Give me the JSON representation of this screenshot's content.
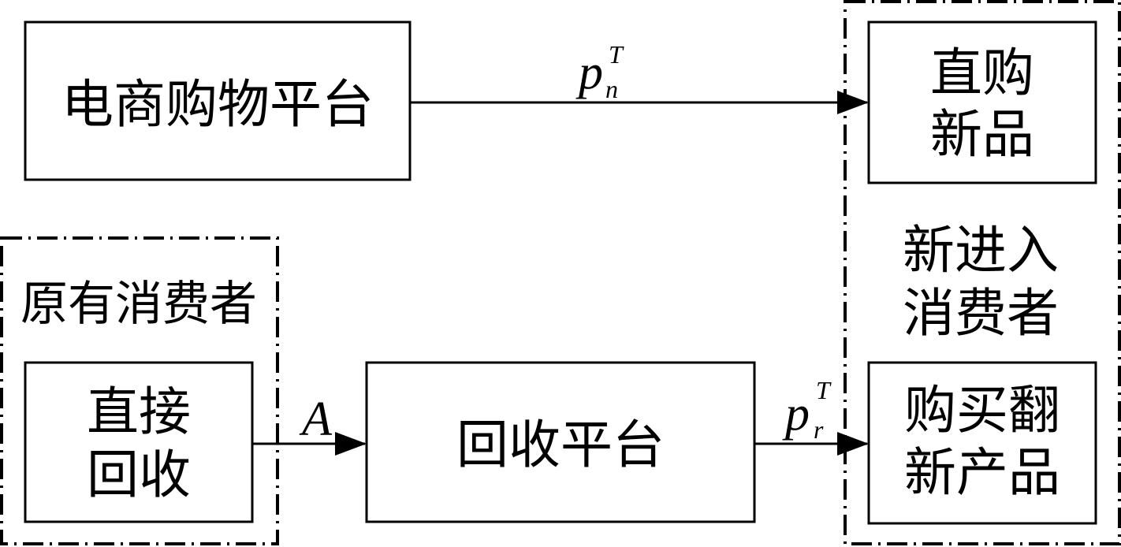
{
  "diagram": {
    "ecommerce_platform": "电商购物平台",
    "direct_buy_new": [
      "直购",
      "新品"
    ],
    "new_consumers_group": [
      "新进入",
      "消费者"
    ],
    "buy_refurbished": [
      "购买翻",
      "新产品"
    ],
    "original_consumers_group": "原有消费者",
    "direct_recycle": [
      "直接",
      "回收"
    ],
    "recycling_platform": "回收平台",
    "arrow_labels": {
      "new_price_base": "p",
      "new_price_sub": "n",
      "new_price_sup": "T",
      "recycle_label": "A",
      "refurb_price_base": "p",
      "refurb_price_sub": "r",
      "refurb_price_sup": "T"
    },
    "colors": {
      "line": "#000000",
      "background": "#ffffff"
    }
  }
}
